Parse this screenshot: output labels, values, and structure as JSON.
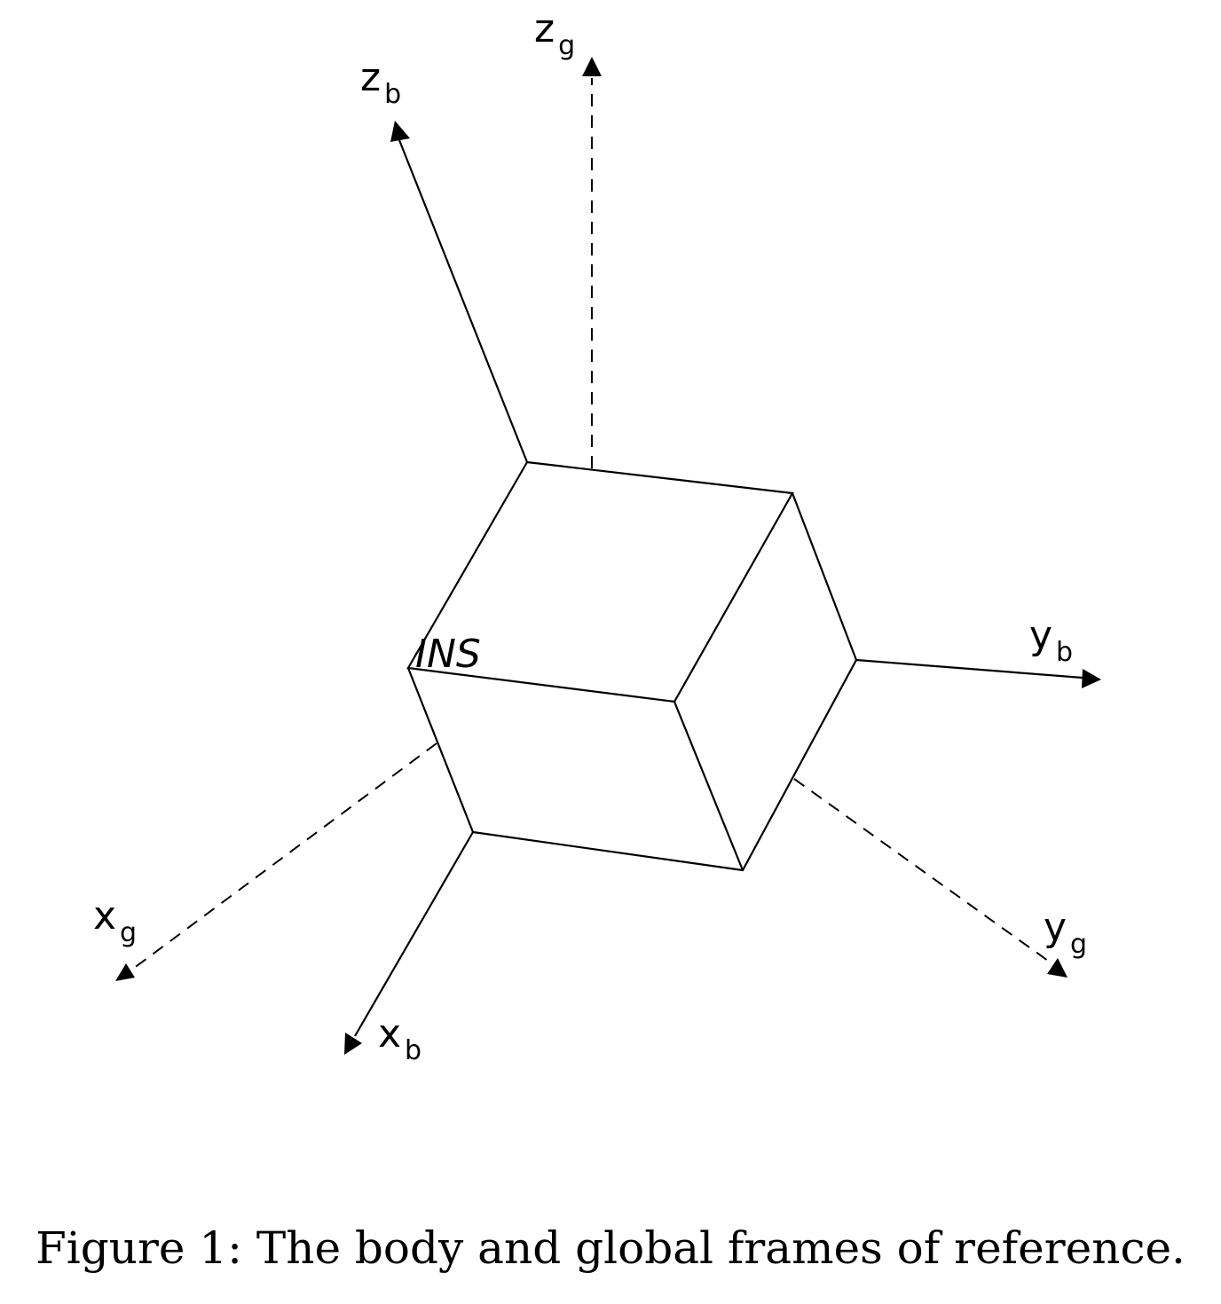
{
  "labels": {
    "zb": {
      "main": "z",
      "sub": "b"
    },
    "zg": {
      "main": "z",
      "sub": "g"
    },
    "yb": {
      "main": "y",
      "sub": "b"
    },
    "yg": {
      "main": "y",
      "sub": "g"
    },
    "xb": {
      "main": "x",
      "sub": "b"
    },
    "xg": {
      "main": "x",
      "sub": "g"
    },
    "box": "INS"
  },
  "caption": "Figure 1: The body and global frames of reference."
}
